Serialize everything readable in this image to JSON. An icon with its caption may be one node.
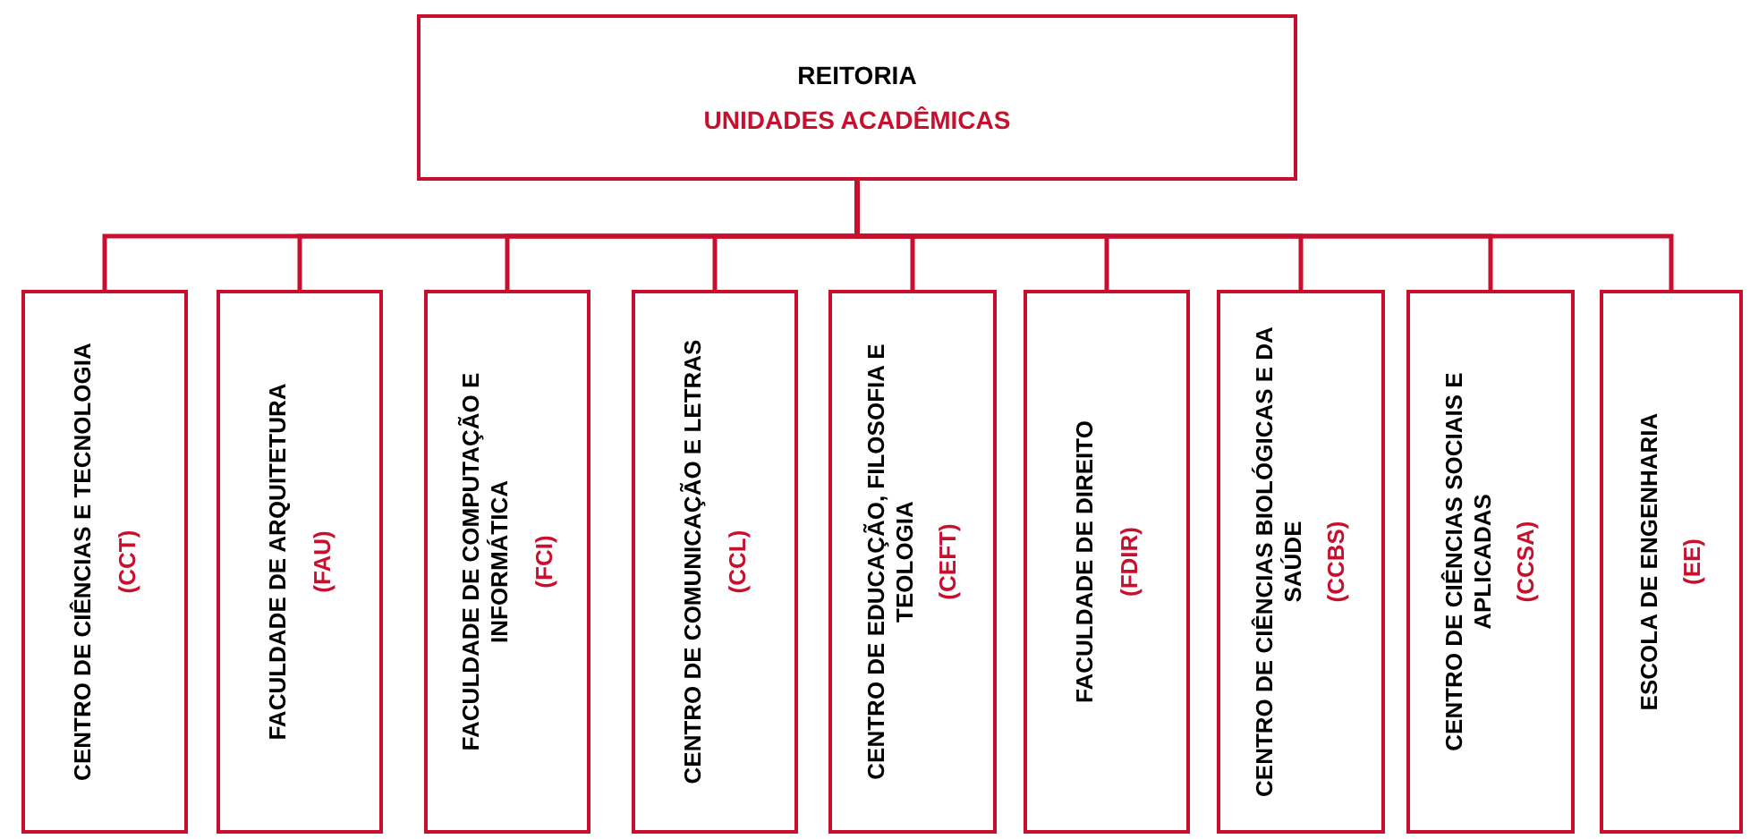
{
  "diagram": {
    "nodes": [
      {
        "text": [
          "REITORIA",
          "UNIDADES ACADÊMICAS"
        ]
      },
      {
        "text": [
          "CENTRO DE CIÊNCIAS E TECNOLOGIA",
          "(CCT)"
        ]
      },
      {
        "text": [
          "FACULDADE DE ARQUITETURA",
          "(FAU)"
        ]
      },
      {
        "text": [
          "FACULDADE DE COMPUTAÇÃO E INFORMÁTICA",
          "(FCI)"
        ]
      },
      {
        "text": [
          "CENTRO DE COMUNICAÇÃO E LETRAS",
          "(CCL)"
        ]
      },
      {
        "text": [
          "CENTRO DE EDUCAÇÃO, FILOSOFIA E TEOLOGIA",
          "(CEFT)"
        ]
      },
      {
        "text": [
          "FACULDADE DE DIREITO",
          "(FDIR)"
        ]
      },
      {
        "text": [
          "CENTRO DE CIÊNCIAS BIOLÓGICAS E DA SAÚDE",
          "(CCBS)"
        ]
      },
      {
        "text": [
          "CENTRO DE CIÊNCIAS SOCIAIS E APLICADAS",
          "(CCSA)"
        ]
      },
      {
        "text": [
          "ESCOLA DE ENGENHARIA",
          "(EE)"
        ]
      }
    ],
    "edges": [
      {
        "from": 0,
        "to": 1,
        "arrow": "none"
      },
      {
        "from": 0,
        "to": 2,
        "arrow": "none"
      },
      {
        "from": 0,
        "to": 3,
        "arrow": "none"
      },
      {
        "from": 0,
        "to": 4,
        "arrow": "none"
      },
      {
        "from": 0,
        "to": 5,
        "arrow": "none"
      },
      {
        "from": 0,
        "to": 6,
        "arrow": "none"
      },
      {
        "from": 0,
        "to": 7,
        "arrow": "none"
      },
      {
        "from": 0,
        "to": 8,
        "arrow": "none"
      },
      {
        "from": 0,
        "to": 9,
        "arrow": "none"
      }
    ]
  }
}
